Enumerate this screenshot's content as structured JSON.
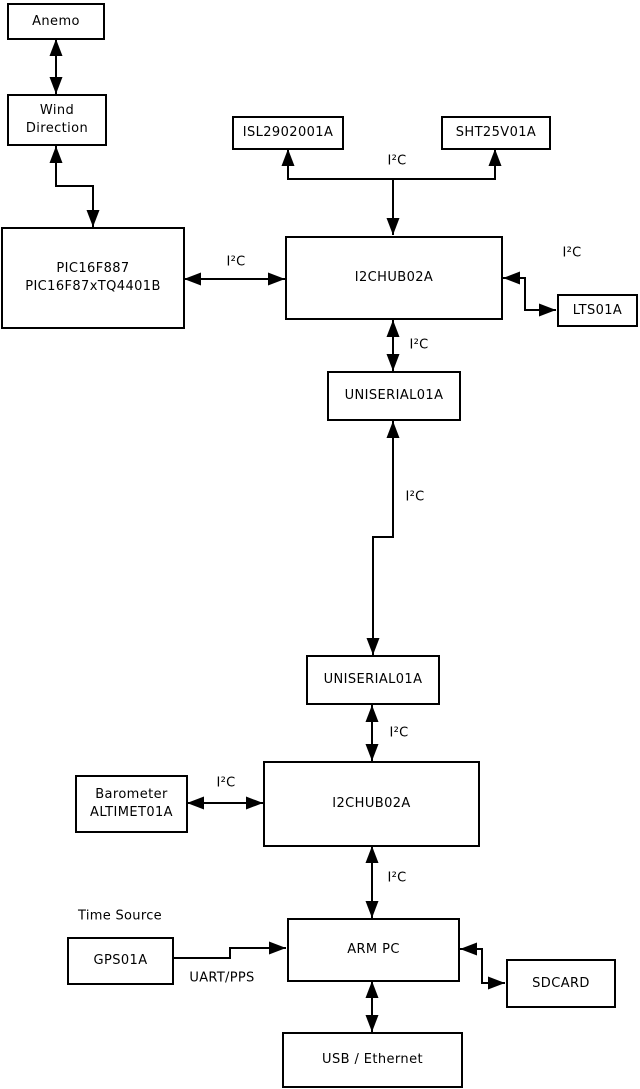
{
  "diagram": {
    "type": "block-diagram",
    "colors": {
      "background": "#ffffff",
      "line": "#000000",
      "text": "#000000"
    },
    "nodes": {
      "anemo": "Anemo",
      "wind_direction": "Wind\nDirection",
      "pic": "PIC16F887\nPIC16F87xTQ4401B",
      "isl": "ISL2902001A",
      "sht": "SHT25V01A",
      "i2chub_1": "I2CHUB02A",
      "lts": "LTS01A",
      "uniserial_1": "UNISERIAL01A",
      "uniserial_2": "UNISERIAL01A",
      "i2chub_2": "I2CHUB02A",
      "barometer": "Barometer\nALTIMET01A",
      "gps": "GPS01A",
      "arm_pc": "ARM PC",
      "sdcard": "SDCARD",
      "usb_ethernet": "USB / Ethernet"
    },
    "edge_labels": {
      "sensors_bus": "I²C",
      "pic_bus": "I²C",
      "lts_bus": "I²C",
      "hub1_uniserial_bus": "I²C",
      "long_bus": "I²C",
      "uniserial_hub2_bus": "I²C",
      "barometer_bus": "I²C",
      "hub2_armpc_bus": "I²C",
      "time_source": "Time Source",
      "uart_pps": "UART/PPS"
    }
  }
}
